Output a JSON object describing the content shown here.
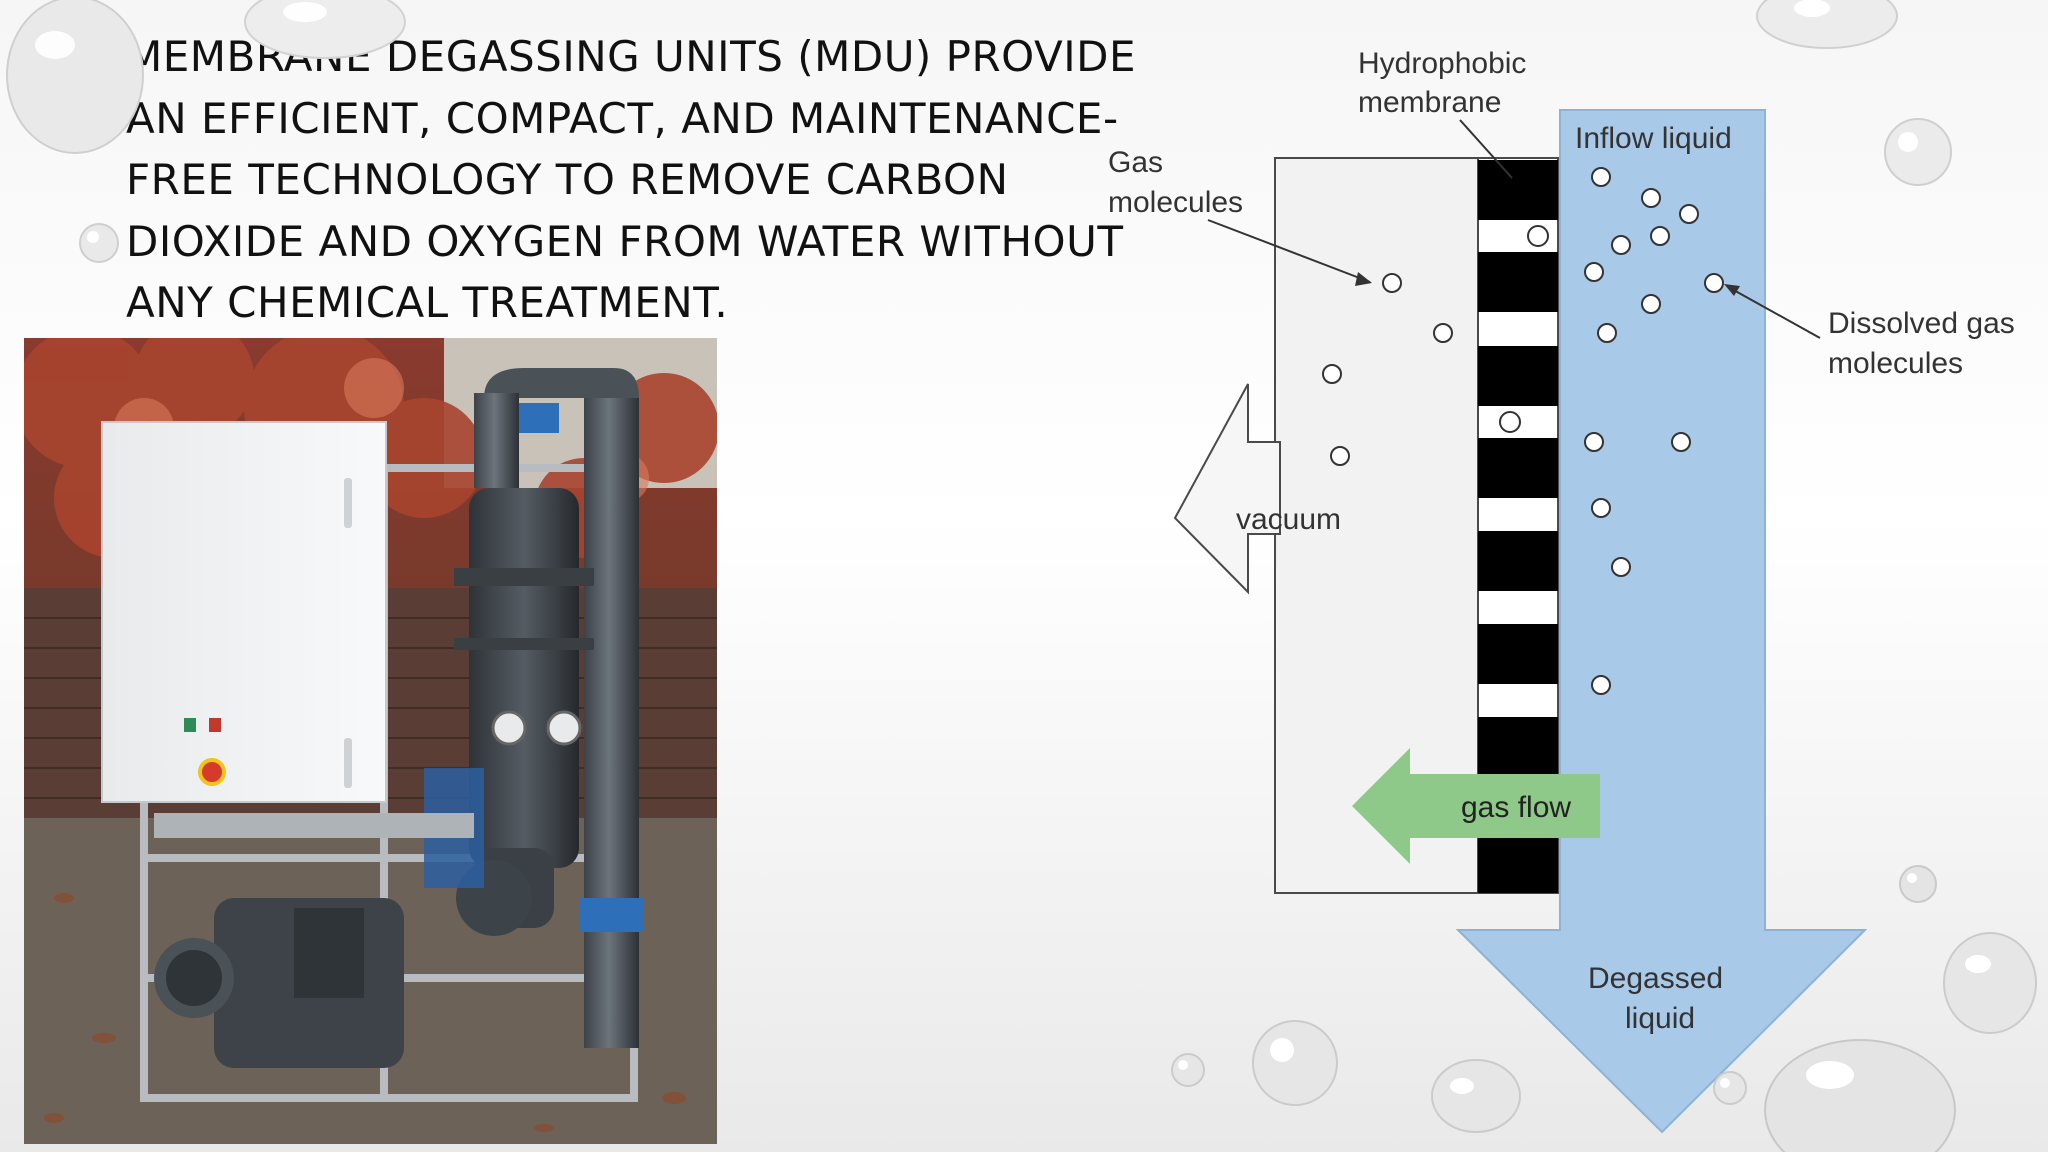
{
  "slide": {
    "text_lines": [
      "MEMBRANE DEGASSING UNITS (MDU) PROVIDE",
      "AN EFFICIENT, COMPACT, AND MAINTENANCE-",
      "FREE TECHNOLOGY TO REMOVE CARBON",
      "DIOXIDE AND OXYGEN FROM WATER WITHOUT",
      "ANY CHEMICAL TREATMENT."
    ]
  },
  "diagram": {
    "labels": {
      "membrane_line1": "Hydrophobic",
      "membrane_line2": "membrane",
      "inflow": "Inflow liquid",
      "gas_line1": "Gas",
      "gas_line2": "molecules",
      "dissolved_line1": "Dissolved gas",
      "dissolved_line2": "molecules",
      "vacuum": "vacuum",
      "gas_flow": "gas flow",
      "degassed_line1": "Degassed",
      "degassed_line2": "liquid"
    },
    "colors": {
      "liquid": "#a9c9e8",
      "membrane": "#000000",
      "gas_flow_arrow": "#8ec98a",
      "vacuum_panel": "#f2f2f2"
    }
  }
}
